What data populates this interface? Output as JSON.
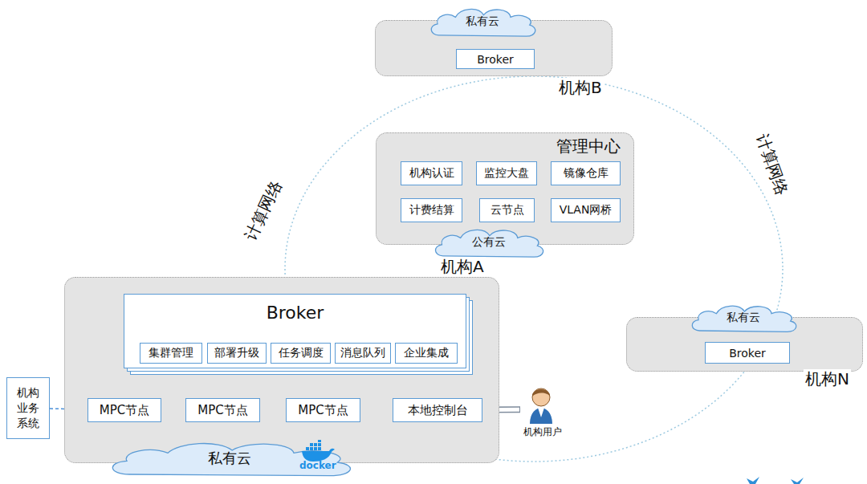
{
  "diagram": {
    "nodes": [
      {
        "text": [
          "机构B"
        ]
      },
      {
        "text": [
          "私有云"
        ],
        "in": 0
      },
      {
        "text": [
          "Broker"
        ],
        "in": 0
      },
      {
        "text": [
          "管理中心"
        ]
      },
      {
        "text": [
          "机构认证"
        ],
        "in": 3
      },
      {
        "text": [
          "监控大盘"
        ],
        "in": 3
      },
      {
        "text": [
          "镜像仓库"
        ],
        "in": 3
      },
      {
        "text": [
          "计费结算"
        ],
        "in": 3
      },
      {
        "text": [
          "云节点"
        ],
        "in": 3
      },
      {
        "text": [
          "VLAN网桥"
        ],
        "in": 3
      },
      {
        "text": [
          "公有云"
        ],
        "in": 3
      },
      {
        "text": [
          "机构A"
        ]
      },
      {
        "text": [
          "Broker"
        ],
        "in": 11
      },
      {
        "text": [
          "集群管理"
        ],
        "in": 12
      },
      {
        "text": [
          "部署升级"
        ],
        "in": 12
      },
      {
        "text": [
          "任务调度"
        ],
        "in": 12
      },
      {
        "text": [
          "消息队列"
        ],
        "in": 12
      },
      {
        "text": [
          "企业集成"
        ],
        "in": 12
      },
      {
        "text": [
          "MPC节点"
        ],
        "in": 11
      },
      {
        "text": [
          "MPC节点"
        ],
        "in": 11
      },
      {
        "text": [
          "MPC节点"
        ],
        "in": 11
      },
      {
        "text": [
          "本地控制台"
        ],
        "in": 11
      },
      {
        "text": [
          "私有云"
        ],
        "in": 11
      },
      {
        "text": [
          "机构业务系统"
        ]
      },
      {
        "text": [
          "机构用户"
        ]
      },
      {
        "text": [
          "机构N"
        ]
      },
      {
        "text": [
          "私有云"
        ],
        "in": 25
      },
      {
        "text": [
          "Broker"
        ],
        "in": 25
      }
    ],
    "edges": [
      {
        "from": 23,
        "to": 18,
        "arrow": "to"
      },
      {
        "from": 24,
        "to": 21,
        "arrow": "to"
      },
      {
        "from": 12,
        "to": 18,
        "arrow": "none"
      },
      {
        "from": 12,
        "to": 19,
        "arrow": "none"
      },
      {
        "from": 12,
        "to": 20,
        "arrow": "none"
      },
      {
        "from": 12,
        "to": 21,
        "arrow": "none"
      }
    ],
    "labels": [
      "计算网络",
      "计算网络",
      "docker"
    ]
  }
}
